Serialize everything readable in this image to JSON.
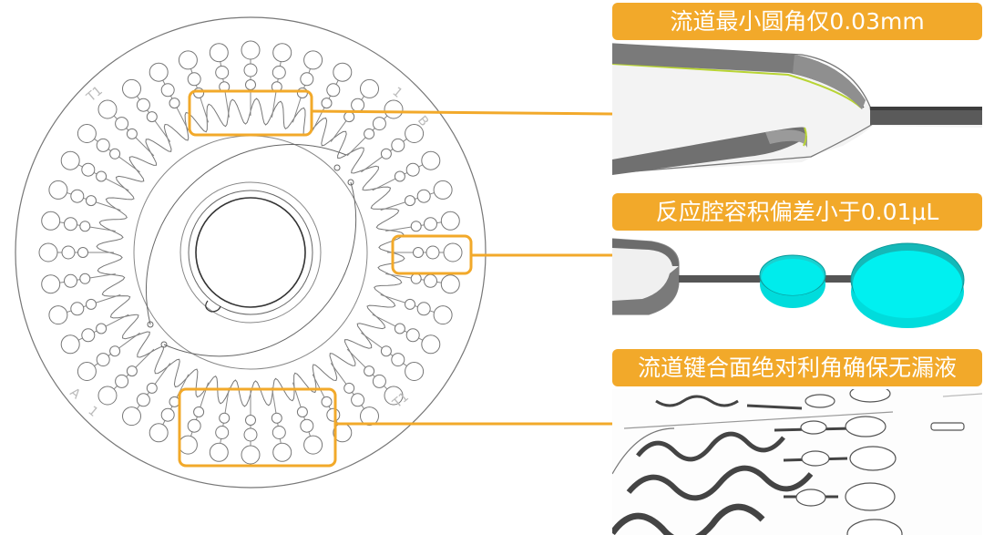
{
  "callouts": [
    {
      "id": "b1",
      "text": "流道最小圆角仅0.03mm"
    },
    {
      "id": "b2",
      "text": "反应腔容积偏差小于0.01μL"
    },
    {
      "id": "b3",
      "text": "流道键合面绝对利角确保无漏液"
    }
  ],
  "disk_marks": {
    "top_left": "T1",
    "top_right_1": "1",
    "top_right_2": "B",
    "bottom_left_1": "A",
    "bottom_left_2": "1",
    "bottom_right": "T1"
  },
  "colors": {
    "accent": "#f2a92a",
    "chamber": "#00e6e6",
    "outline": "#555555"
  }
}
